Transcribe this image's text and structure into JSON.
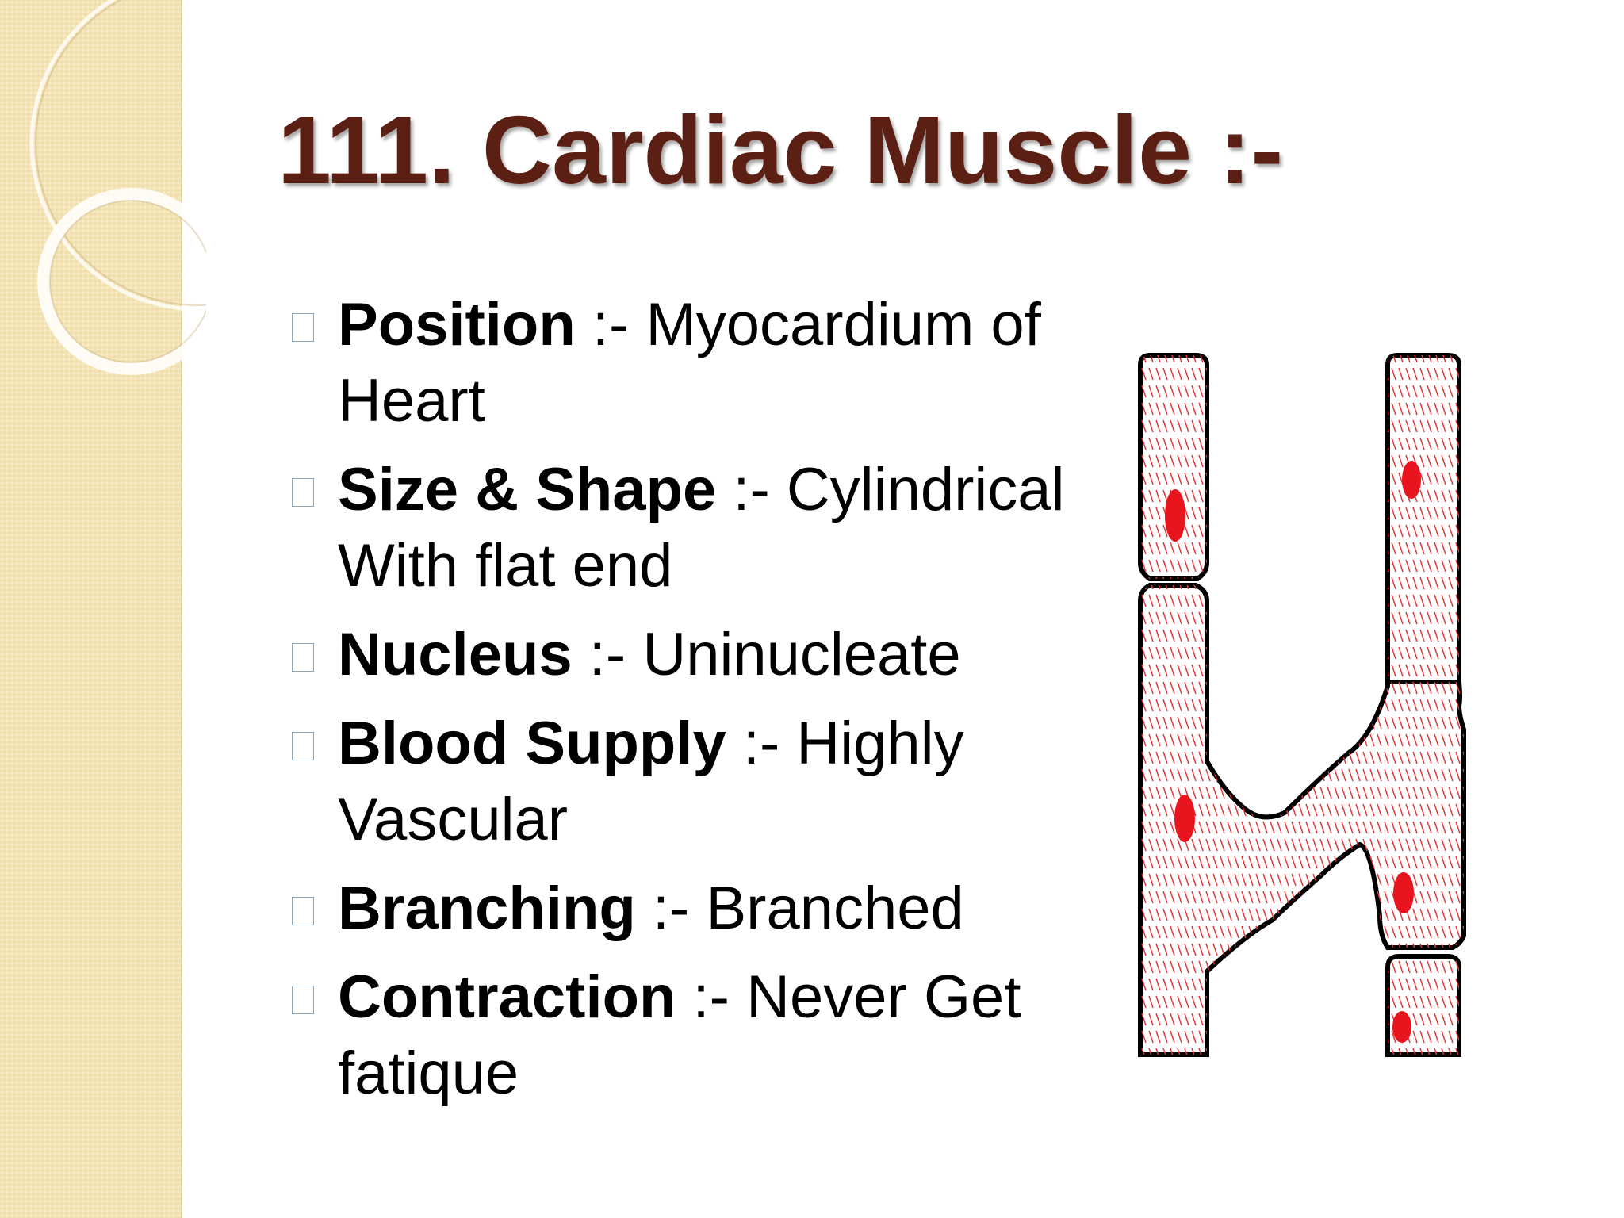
{
  "slide": {
    "title": "111. Cardiac Muscle :-",
    "bullets": [
      {
        "term": "Position",
        "separator": " :- ",
        "description": "Myocardium of Heart"
      },
      {
        "term": "Size & Shape",
        "separator": " :- ",
        "description": "Cylindrical With flat end"
      },
      {
        "term": "Nucleus",
        "separator": " :- ",
        "description": "Uninucleate"
      },
      {
        "term": "Blood Supply",
        "separator": " :- ",
        "description": "Highly Vascular"
      },
      {
        "term": "Branching",
        "separator": " :- ",
        "description": "Branched"
      },
      {
        "term": "Contraction",
        "separator": " :- ",
        "description": "Never Get fatique"
      }
    ]
  },
  "theme": {
    "title_color": "#5b1f14",
    "text_color": "#000000",
    "side_band_color": "#f3e3b3",
    "nucleus_color": "#e8141e",
    "striation_color": "#e23a3a",
    "outline_color": "#000000"
  },
  "icons": {
    "bullet": "square-bullet-icon",
    "decoration": "ring-ornament-icon"
  }
}
